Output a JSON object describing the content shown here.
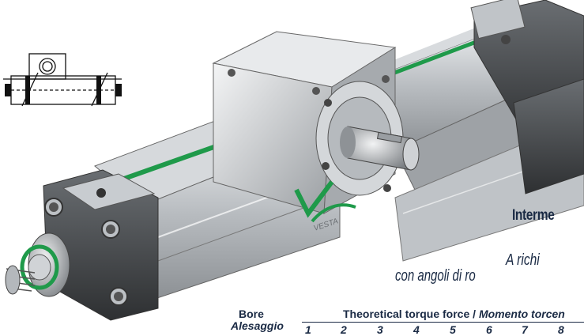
{
  "heading": {
    "title": "Interme"
  },
  "note": {
    "line1": "A richi",
    "line2": "con angoli di ro"
  },
  "table": {
    "bore_label": "Bore",
    "bore_label_it": "Alesaggio",
    "header_en": "Theoretical torque force",
    "header_sep": " / ",
    "header_it": "Momento torcen",
    "columns": [
      "1",
      "2",
      "3",
      "4",
      "5",
      "6",
      "7",
      "8"
    ]
  },
  "colors": {
    "text": "#1a2a44",
    "accent_green": "#1f9a4a",
    "aluminium": "#c8ccd0"
  },
  "icons": {
    "pneumatic_symbol": "rotary-actuator-symbol-icon",
    "logo": "vesta-logo-icon"
  }
}
